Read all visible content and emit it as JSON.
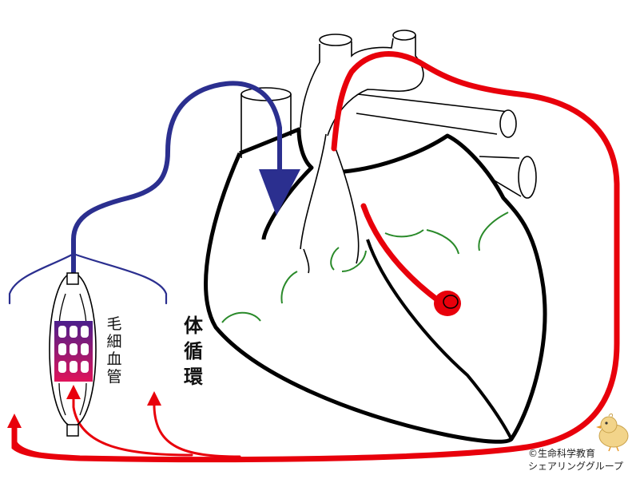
{
  "labels": {
    "capillary": "毛細血管",
    "systemic_circulation": "体循環",
    "copyright_line1": "©生命科学教育",
    "copyright_line2": "シェアリンググループ"
  },
  "colors": {
    "artery": "#e8000b",
    "vein": "#2b2f8f",
    "heart_outline": "#000000",
    "valve": "#2a8a2a",
    "capillary_gradient_top": "#4b1f8c",
    "capillary_gradient_bottom": "#e0145a",
    "mascot": "#f2d48a"
  },
  "icons": {
    "mascot": "chick-mascot-icon"
  }
}
